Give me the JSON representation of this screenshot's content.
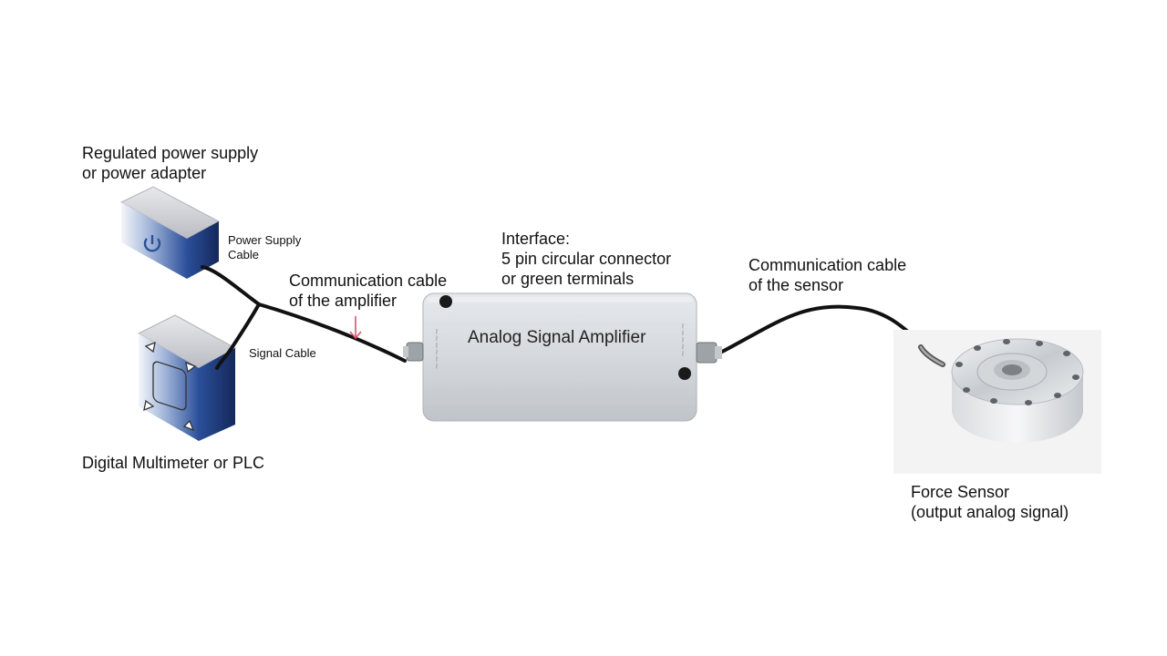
{
  "labels": {
    "power_supply": [
      "Regulated power supply",
      "or power adapter"
    ],
    "power_cable": [
      "Power Supply",
      "Cable"
    ],
    "signal_cable": "Signal Cable",
    "multimeter": "Digital Multimeter or PLC",
    "amp_cable": [
      "Communication cable",
      "of the amplifier"
    ],
    "interface": [
      "Interface:",
      "5 pin circular connector",
      "or green terminals"
    ],
    "sensor_cable": [
      "Communication cable",
      "of the sensor"
    ],
    "amplifier": "Analog Signal Amplifier",
    "sensor": [
      "Force Sensor",
      "(output analog signal)"
    ]
  },
  "colors": {
    "cable": "#111111",
    "arrow": "#e0506a",
    "device_blue": "#2b4f9a",
    "housing": "#d6dade"
  },
  "icons": {
    "power": "power-icon",
    "multimeter": "rotation-arrows-icon"
  }
}
